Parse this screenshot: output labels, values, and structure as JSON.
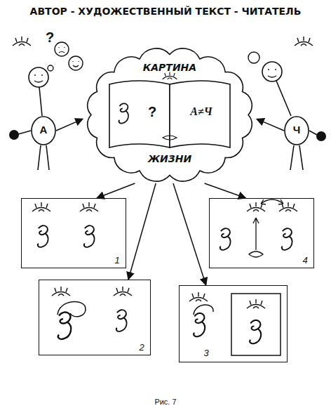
{
  "diagram": {
    "title": "АВТОР - ХУДОЖЕСТВЕННЫЙ ТЕКСТ - ЧИТАТЕЛЬ",
    "caption": "Рис. 7",
    "nodes": [
      {
        "text": [
          "КАРТИНА",
          "ЖИЗНИ"
        ]
      },
      {
        "text": [
          "?",
          "А≠Ч"
        ],
        "in": 0
      },
      {
        "text": [
          "А"
        ]
      },
      {
        "text": [
          "Ч"
        ]
      },
      {
        "text": [
          "1"
        ]
      },
      {
        "text": [
          "4"
        ]
      },
      {
        "text": [
          "2"
        ]
      },
      {
        "text": [
          "3"
        ]
      }
    ],
    "edges": [
      {
        "from": 2,
        "to": 0,
        "arrow": "to"
      },
      {
        "from": 3,
        "to": 0,
        "arrow": "to"
      },
      {
        "from": 0,
        "to": 4,
        "arrow": "to"
      },
      {
        "from": 0,
        "to": 5,
        "arrow": "to"
      },
      {
        "from": 0,
        "to": 6,
        "arrow": "to"
      },
      {
        "from": 0,
        "to": 7,
        "arrow": "to"
      }
    ],
    "labels": [
      "?"
    ]
  }
}
